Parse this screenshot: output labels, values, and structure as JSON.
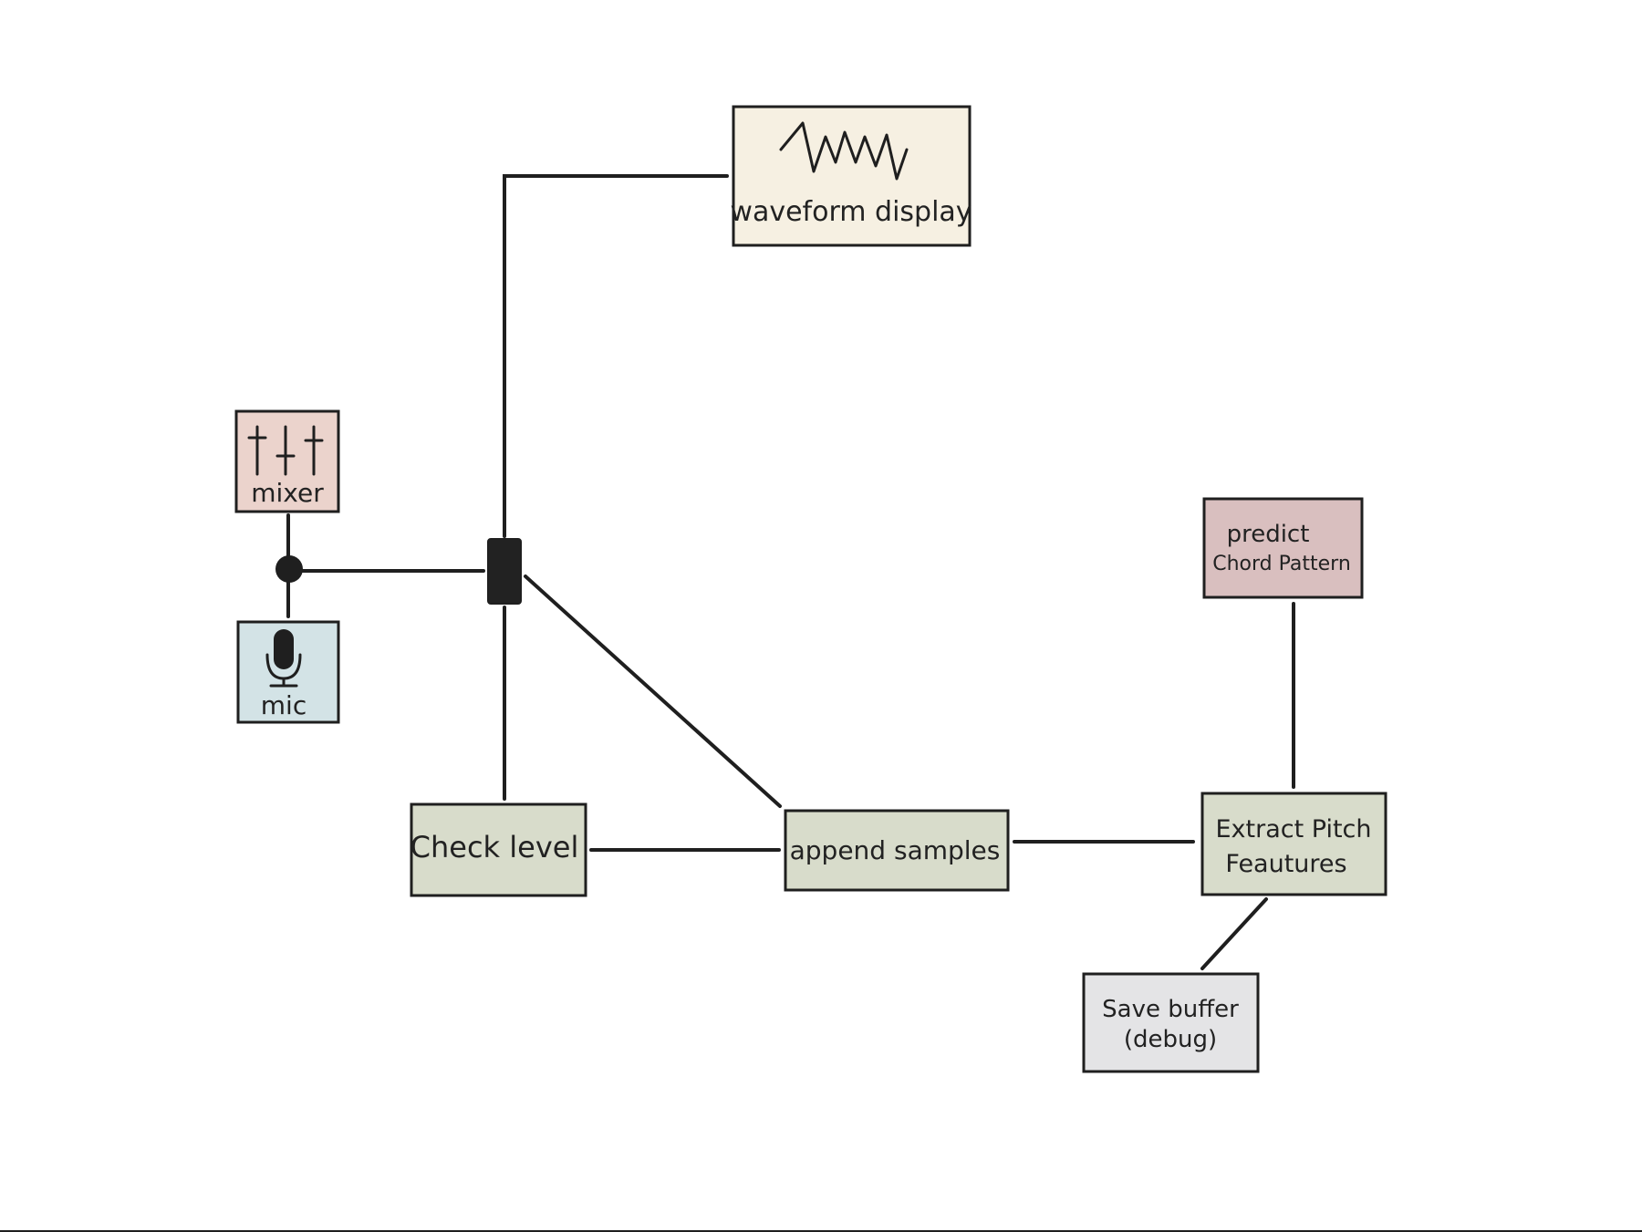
{
  "nodes": {
    "waveform": {
      "label": "waveform display",
      "icon": "waveform-icon",
      "fill": "#f6f0e2"
    },
    "mixer": {
      "label": "mixer",
      "icon": "mixer-sliders-icon",
      "fill": "#ebd3cc"
    },
    "mic": {
      "label": "mic",
      "icon": "microphone-icon",
      "fill": "#d3e3e6"
    },
    "check_level": {
      "label": "Check level",
      "fill": "#d8dccb"
    },
    "append_samples": {
      "label": "append samples",
      "fill": "#d8dccb"
    },
    "extract_pitch": {
      "label_line1": "Extract Pitch",
      "label_line2": "Feautures",
      "fill": "#d8dccb"
    },
    "predict_chord": {
      "label_line1": "predict",
      "label_line2": "Chord Pattern",
      "fill": "#d9bfbf"
    },
    "save_buffer": {
      "label_line1": "Save buffer",
      "label_line2": "(debug)",
      "fill": "#e4e4e6"
    }
  },
  "colors": {
    "stroke": "#1f1f1f",
    "background": "#ffffff"
  }
}
